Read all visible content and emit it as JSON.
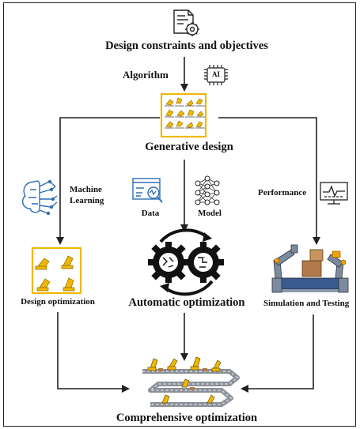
{
  "nodes": {
    "top": "Design constraints and objectives",
    "generative": "Generative design",
    "design_opt": "Design optimization",
    "auto_opt": "Automatic optimization",
    "sim": "Simulation and Testing",
    "comprehensive": "Comprehensive optimization"
  },
  "edge_labels": {
    "algorithm": "Algorithm",
    "ml_line1": "Machine",
    "ml_line2": "Learning",
    "data": "Data",
    "model": "Model",
    "performance": "Performance"
  },
  "icon_text": {
    "ai": "AI"
  },
  "colors": {
    "accent_yellow": "#f0b800",
    "ink": "#111111",
    "line": "#222222",
    "brain_blue": "#2e6fb5"
  },
  "icons": [
    "document-gear-icon",
    "ai-chip-icon",
    "robot-arm-grid-icon",
    "brain-network-icon",
    "data-search-icon",
    "neural-network-icon",
    "monitor-performance-icon",
    "robot-grid-icon",
    "gears-cycle-icon",
    "robot-assembly-line-icon",
    "conveyor-line-icon"
  ]
}
